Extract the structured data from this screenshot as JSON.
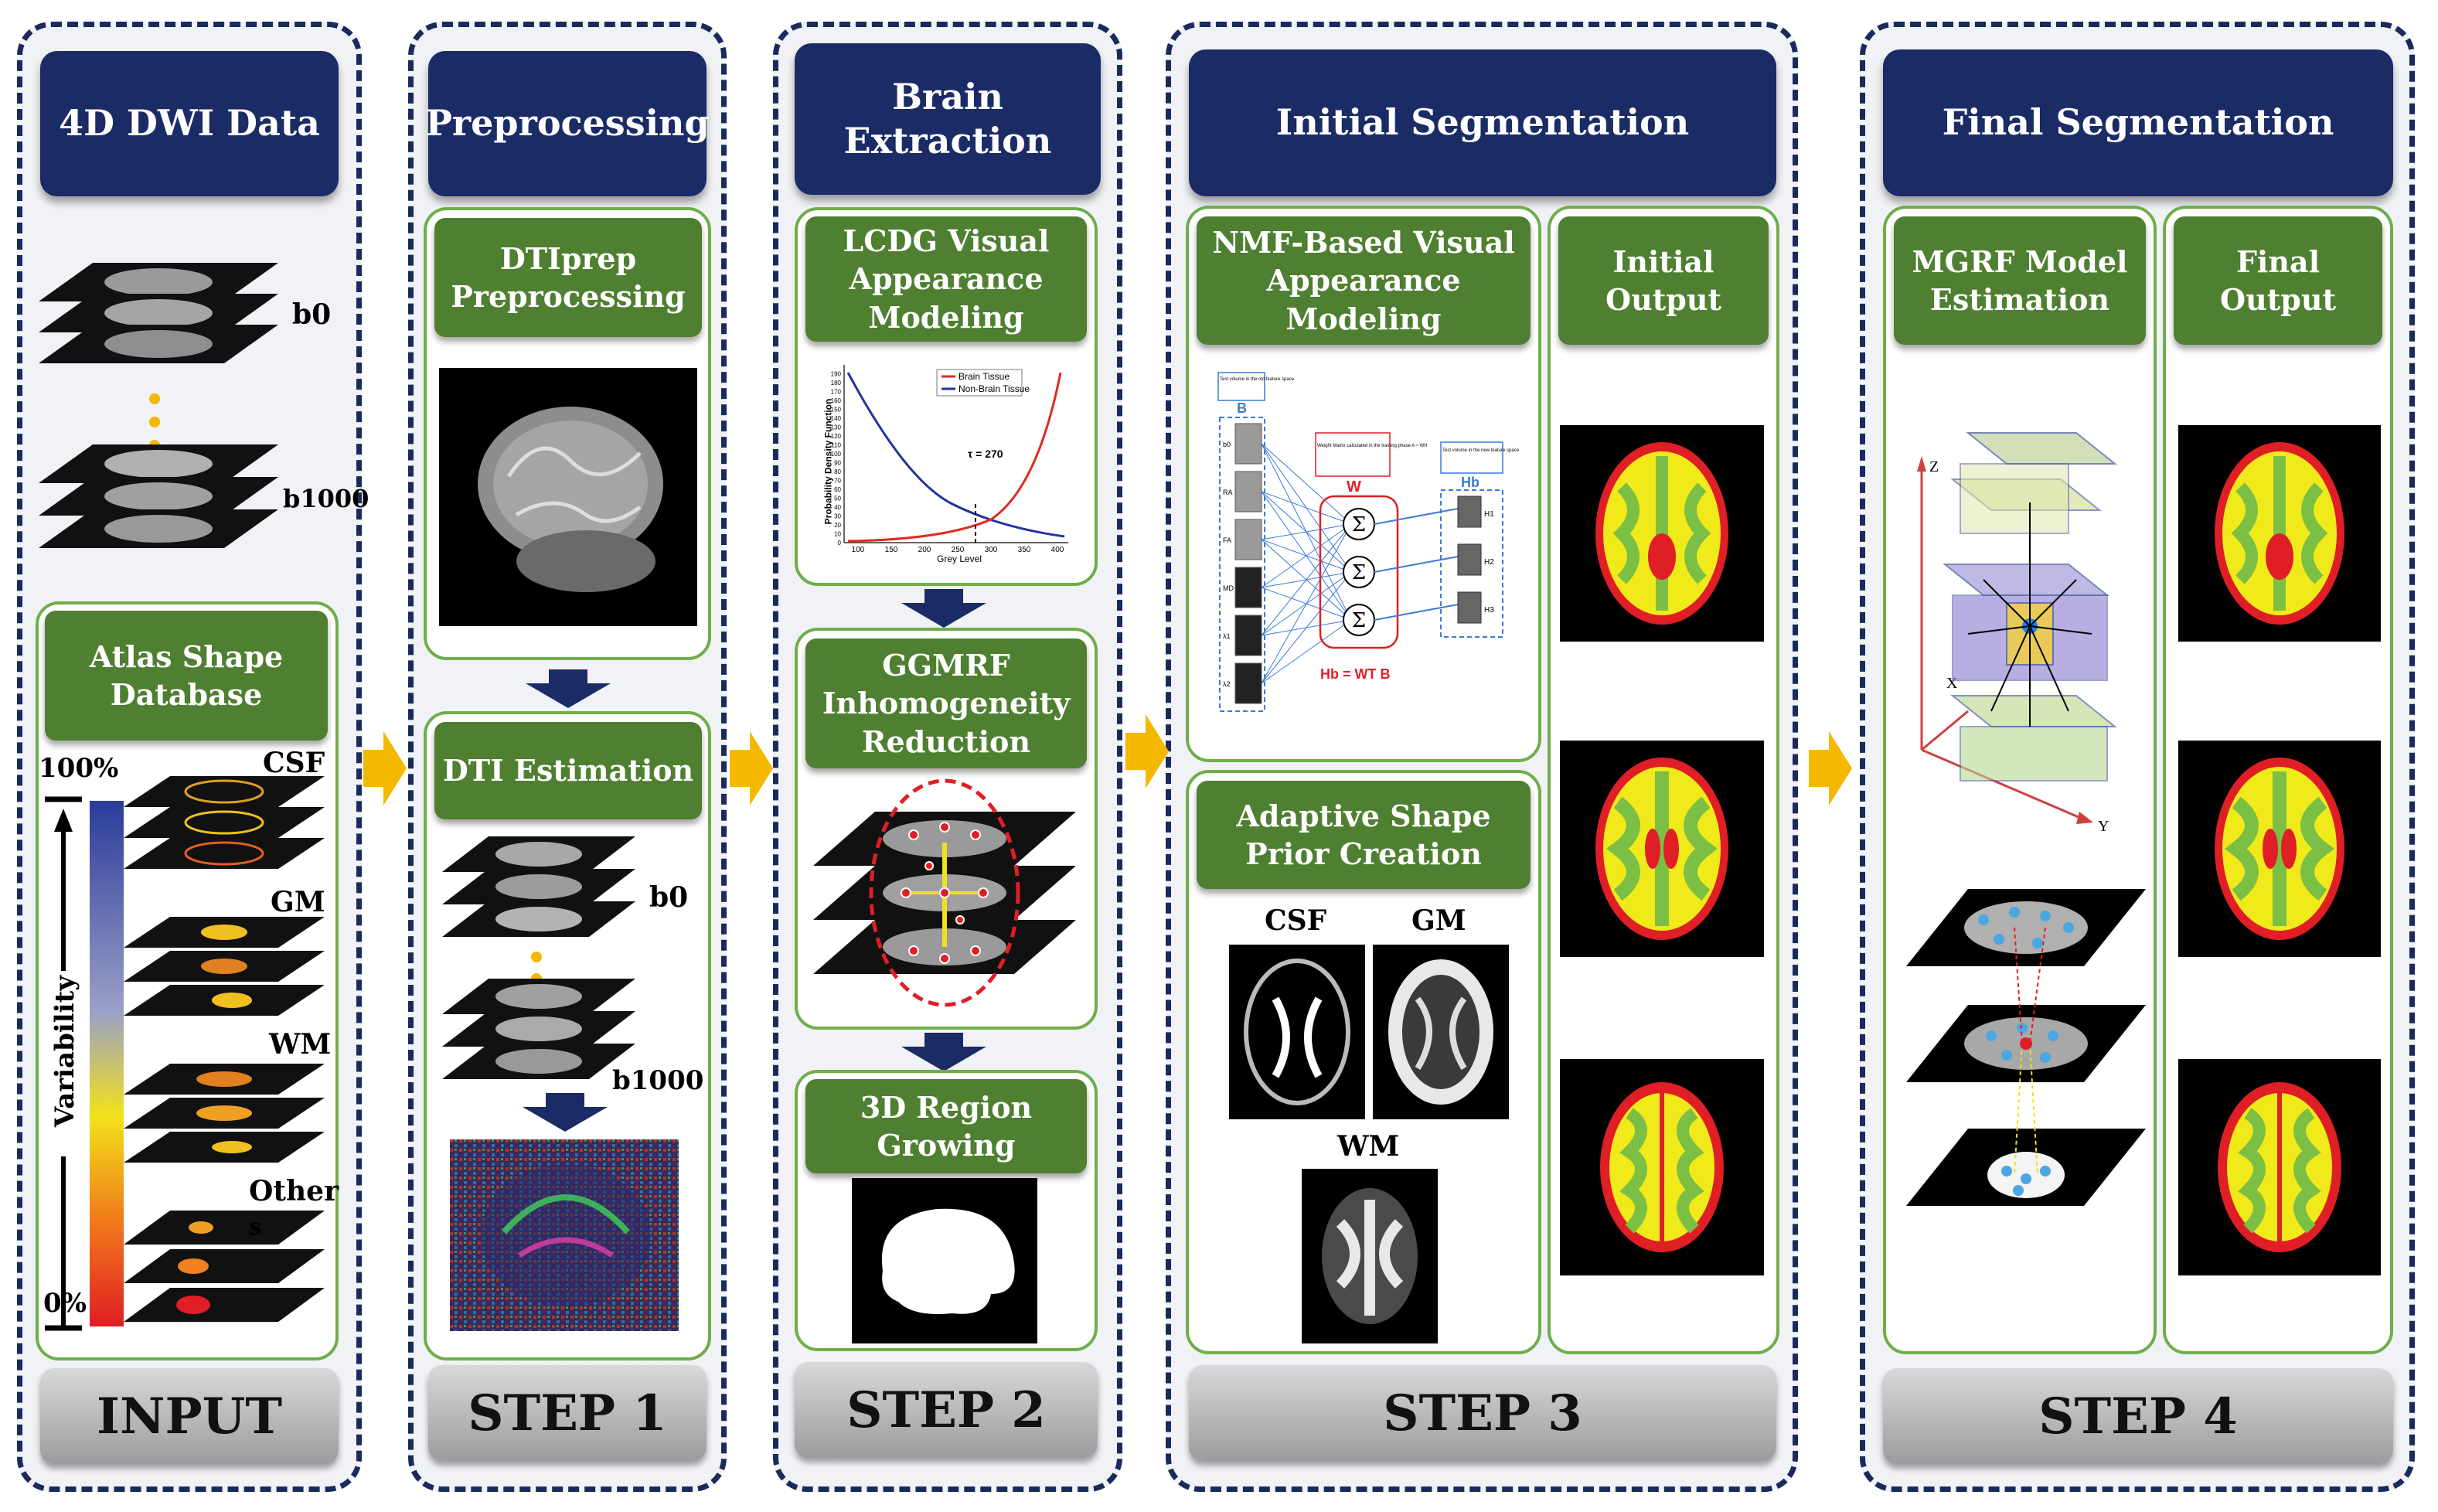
{
  "columns": {
    "input": {
      "header": "4D DWI Data",
      "b0": "b0",
      "b1000": "b1000",
      "atlas": "Atlas Shape Database",
      "scale_top": "100%",
      "scale_bottom": "0%",
      "variability": "Variability",
      "csf": "CSF",
      "gm": "GM",
      "wm": "WM",
      "others": "Other",
      "others_s": "s",
      "footer": "INPUT"
    },
    "step1": {
      "header": "Preprocessing",
      "dtiprep": "DTIprep Preprocessing",
      "dti": "DTI Estimation",
      "b0": "b0",
      "b1000": "b1000",
      "footer": "STEP 1"
    },
    "step2": {
      "header": "Brain Extraction",
      "lcdg": "LCDG Visual Appearance Modeling",
      "ggmrf": "GGMRF Inhomogeneity Reduction",
      "region": "3D Region Growing",
      "footer": "STEP 2"
    },
    "step3": {
      "header": "Initial Segmentation",
      "nmf": "NMF-Based Visual Appearance Modeling",
      "initial_output": "Initial Output",
      "adaptive": "Adaptive Shape Prior Creation",
      "csf": "CSF",
      "gm": "GM",
      "wm": "WM",
      "footer": "STEP 3"
    },
    "step4": {
      "header": "Final Segmentation",
      "mgrf": "MGRF Model Estimation",
      "final_output": "Final Output",
      "footer": "STEP 4"
    }
  },
  "lcdg_chart": {
    "legend_brain": "Brain Tissue",
    "legend_nonbrain": "Non-Brain Tissue",
    "tau": "τ = 270",
    "xlabel": "Grey Level",
    "ylabel": "Probability Density Function",
    "x_ticks": [
      "100",
      "150",
      "200",
      "250",
      "300",
      "350",
      "400"
    ],
    "y_ticks": [
      "0",
      "10",
      "20",
      "30",
      "40",
      "50",
      "60",
      "70",
      "80",
      "90",
      "100",
      "110",
      "120",
      "130",
      "140",
      "150",
      "160",
      "170",
      "180",
      "190"
    ]
  },
  "nmf": {
    "b_caption": "Test volume in the old feature space",
    "b_label": "B",
    "w_caption": "Weight Matrix calculated in the training phase A ≈ WH",
    "w_label": "W",
    "hb_caption": "Test volume in the new feature space",
    "hb_label": "Hb",
    "formula": "Hb = WT B",
    "rows": [
      "b0",
      "RA",
      "FA",
      "MD",
      "λ1",
      "λ2"
    ],
    "outputs": [
      "H1",
      "H2",
      "H3"
    ],
    "sigma": "Σ"
  },
  "mgrf_axes": {
    "z": "Z",
    "x": "X",
    "y": "Y"
  },
  "colors": {
    "header_blue": "#1b2b65",
    "green_box": "#4f7f31",
    "panel_border": "#6eae4b",
    "arrow_yellow": "#f5b800",
    "seg_red": "#e01e25",
    "seg_green": "#7bbf44",
    "seg_yellow": "#f0ea1a"
  }
}
